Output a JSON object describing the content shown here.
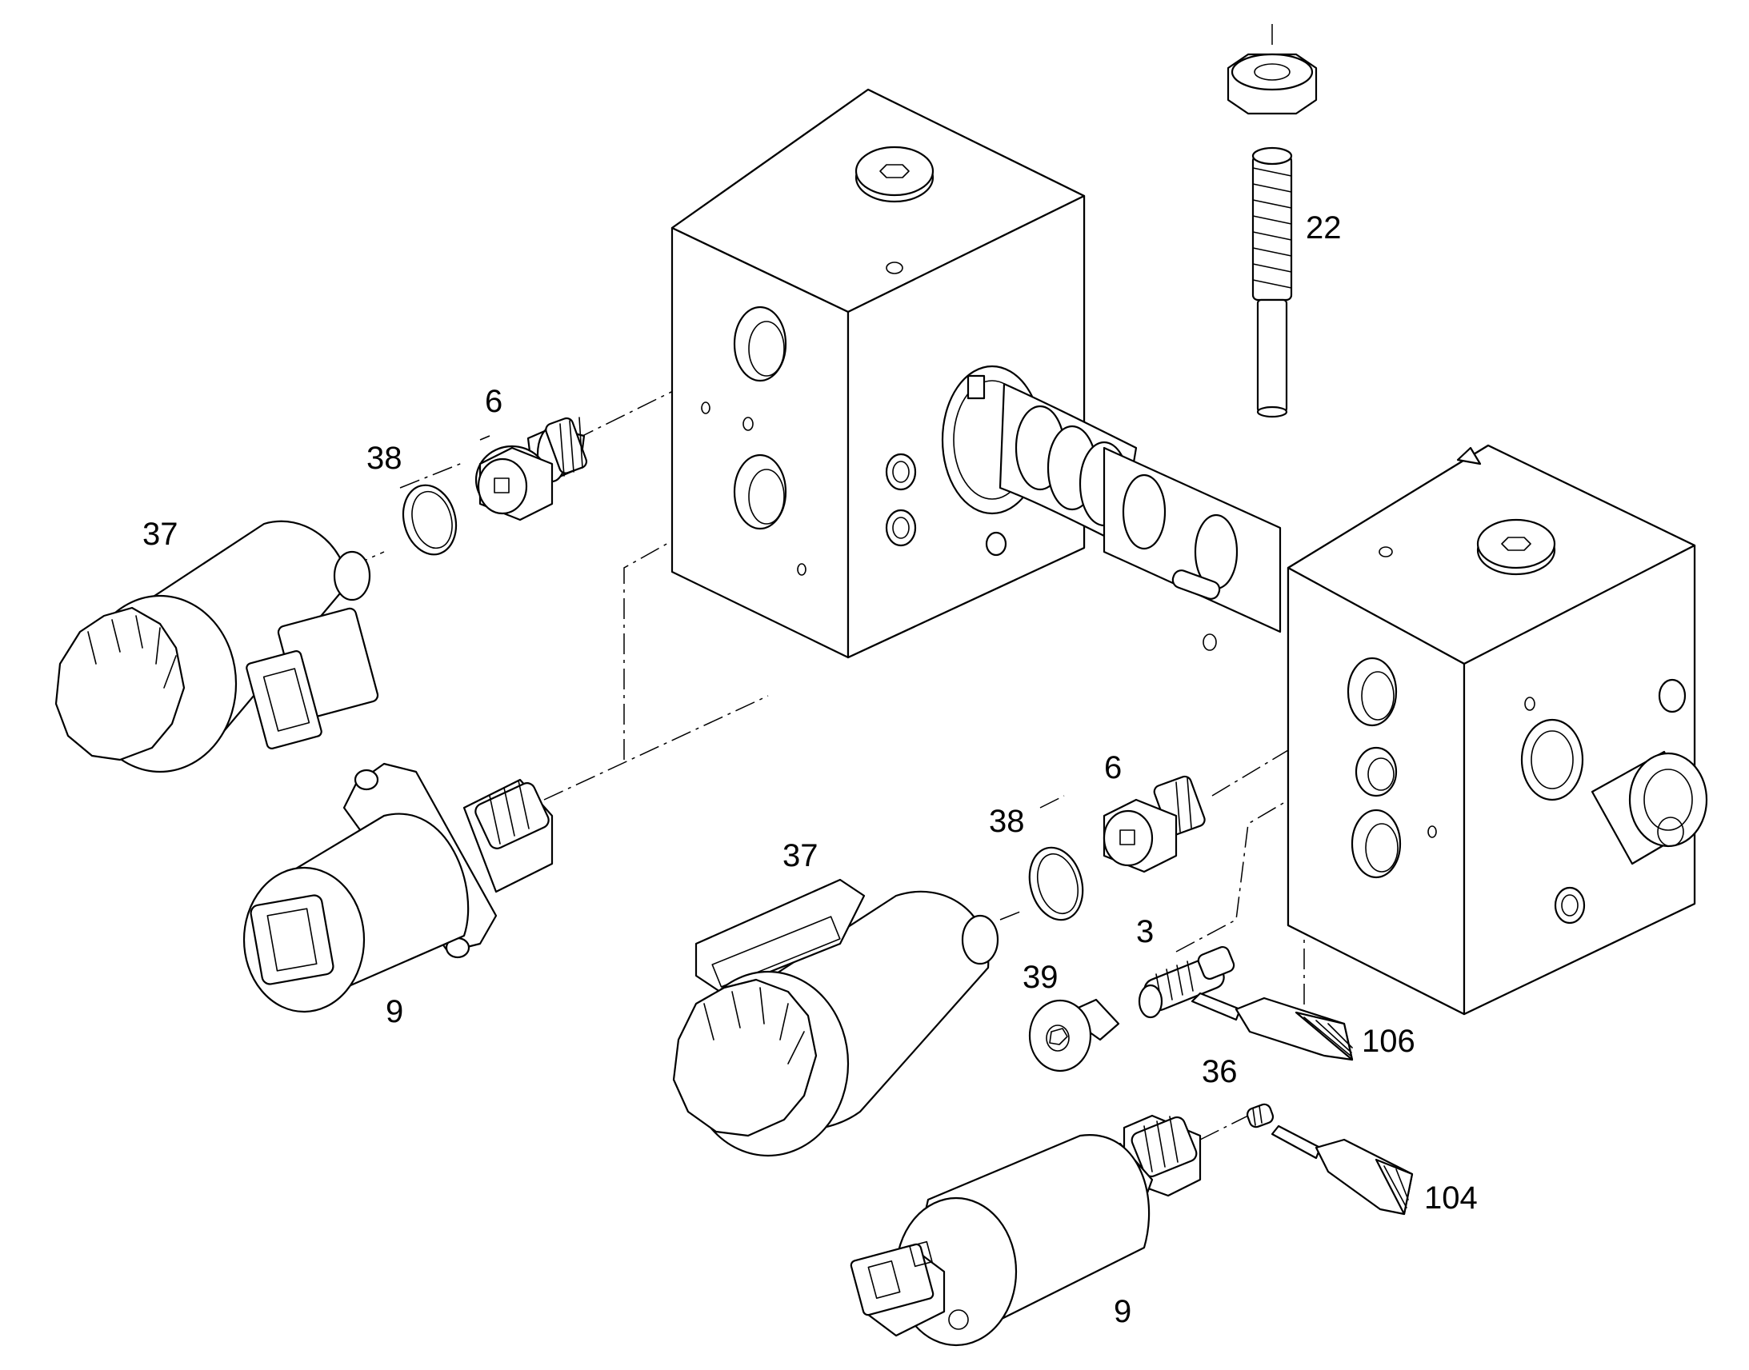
{
  "callouts": {
    "c22": "22",
    "c6_upper": "6",
    "c38_upper": "38",
    "c37_upper": "37",
    "c9_upper": "9",
    "c6_lower": "6",
    "c38_lower": "38",
    "c37_lower": "37",
    "c3": "3",
    "c39": "39",
    "c106": "106",
    "c36": "36",
    "c104": "104",
    "c9_lower": "9"
  }
}
